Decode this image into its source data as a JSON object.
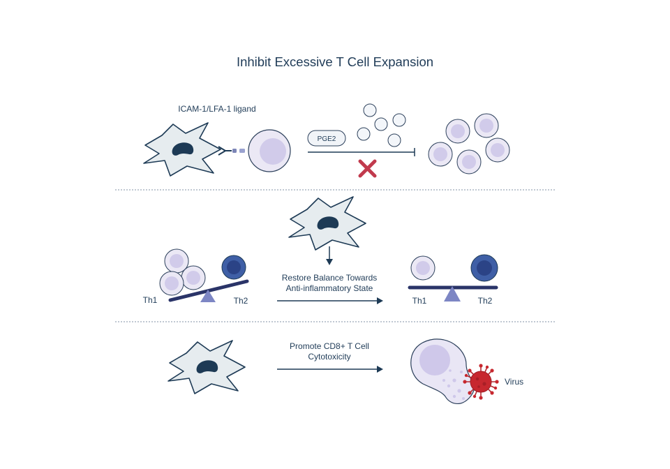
{
  "title": "Inhibit Excessive T Cell Expansion",
  "panel1": {
    "ligand_label": "ICAM-1/LFA-1 ligand",
    "pge2_label": "PGE2"
  },
  "panel2": {
    "caption_line1": "Restore Balance Towards",
    "caption_line2": "Anti-inflammatory State",
    "left_th1": "Th1",
    "left_th2": "Th2",
    "right_th1": "Th1",
    "right_th2": "Th2"
  },
  "panel3": {
    "caption_line1": "Promote CD8+ T Cell",
    "caption_line2": "Cytotoxicity",
    "virus_label": "Virus"
  },
  "colors": {
    "text": "#1f3b57",
    "msc_fill": "#e6ecef",
    "nucleus": "#1d3a55",
    "tcell_light": "#e9e6f5",
    "tcell_light_inner": "#cfc8ea",
    "th2_fill": "#3f5fa6",
    "virus": "#c7282f",
    "inhibit_cross": "#c13a4d"
  }
}
